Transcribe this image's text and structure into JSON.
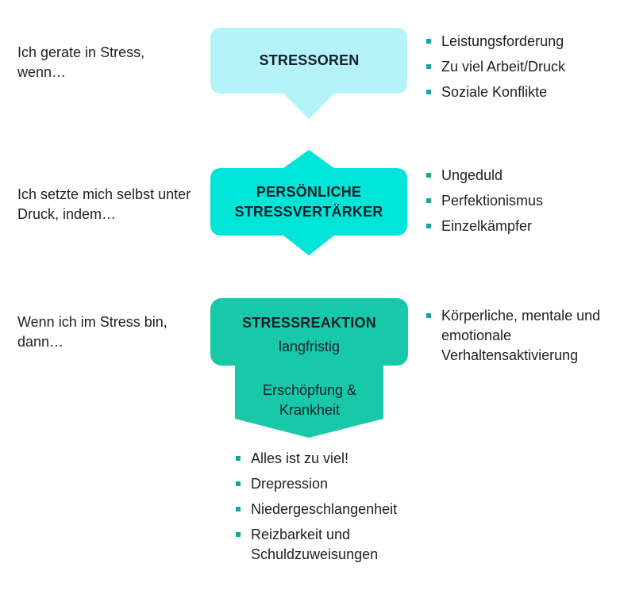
{
  "colors": {
    "stressoren_fill": "#b4f3f8",
    "verstaerker_fill": "#00e5d8",
    "reaktion_fill": "#17c9a8",
    "bullet": "#14a89a"
  },
  "rows": [
    {
      "left_text": "Ich gerate in Stress, wenn…",
      "box_title": "STRESSOREN",
      "bullets": [
        "Leistungsforderung",
        "Zu viel Arbeit/Druck",
        "Soziale Konflikte"
      ]
    },
    {
      "left_text": "Ich setzte mich selbst unter Druck, indem…",
      "box_title": "PERSÖNLICHE STRESSVERTÄRKER",
      "bullets": [
        "Ungeduld",
        "Perfektionismus",
        "Einzelkämpfer"
      ]
    },
    {
      "left_text": "Wenn ich im Stress bin, dann…",
      "box_title": "STRESSREAKTION",
      "box_subtitle": "langfristig",
      "bullets": [
        "Körperliche, mentale und emotionale Verhaltensaktivierung"
      ]
    }
  ],
  "consequence": {
    "label": "Erschöpfung & Krankheit",
    "bullets": [
      "Alles ist zu viel!",
      "Drepression",
      "Niedergeschlangenheit",
      "Reizbarkeit und Schuldzuweisungen"
    ]
  }
}
